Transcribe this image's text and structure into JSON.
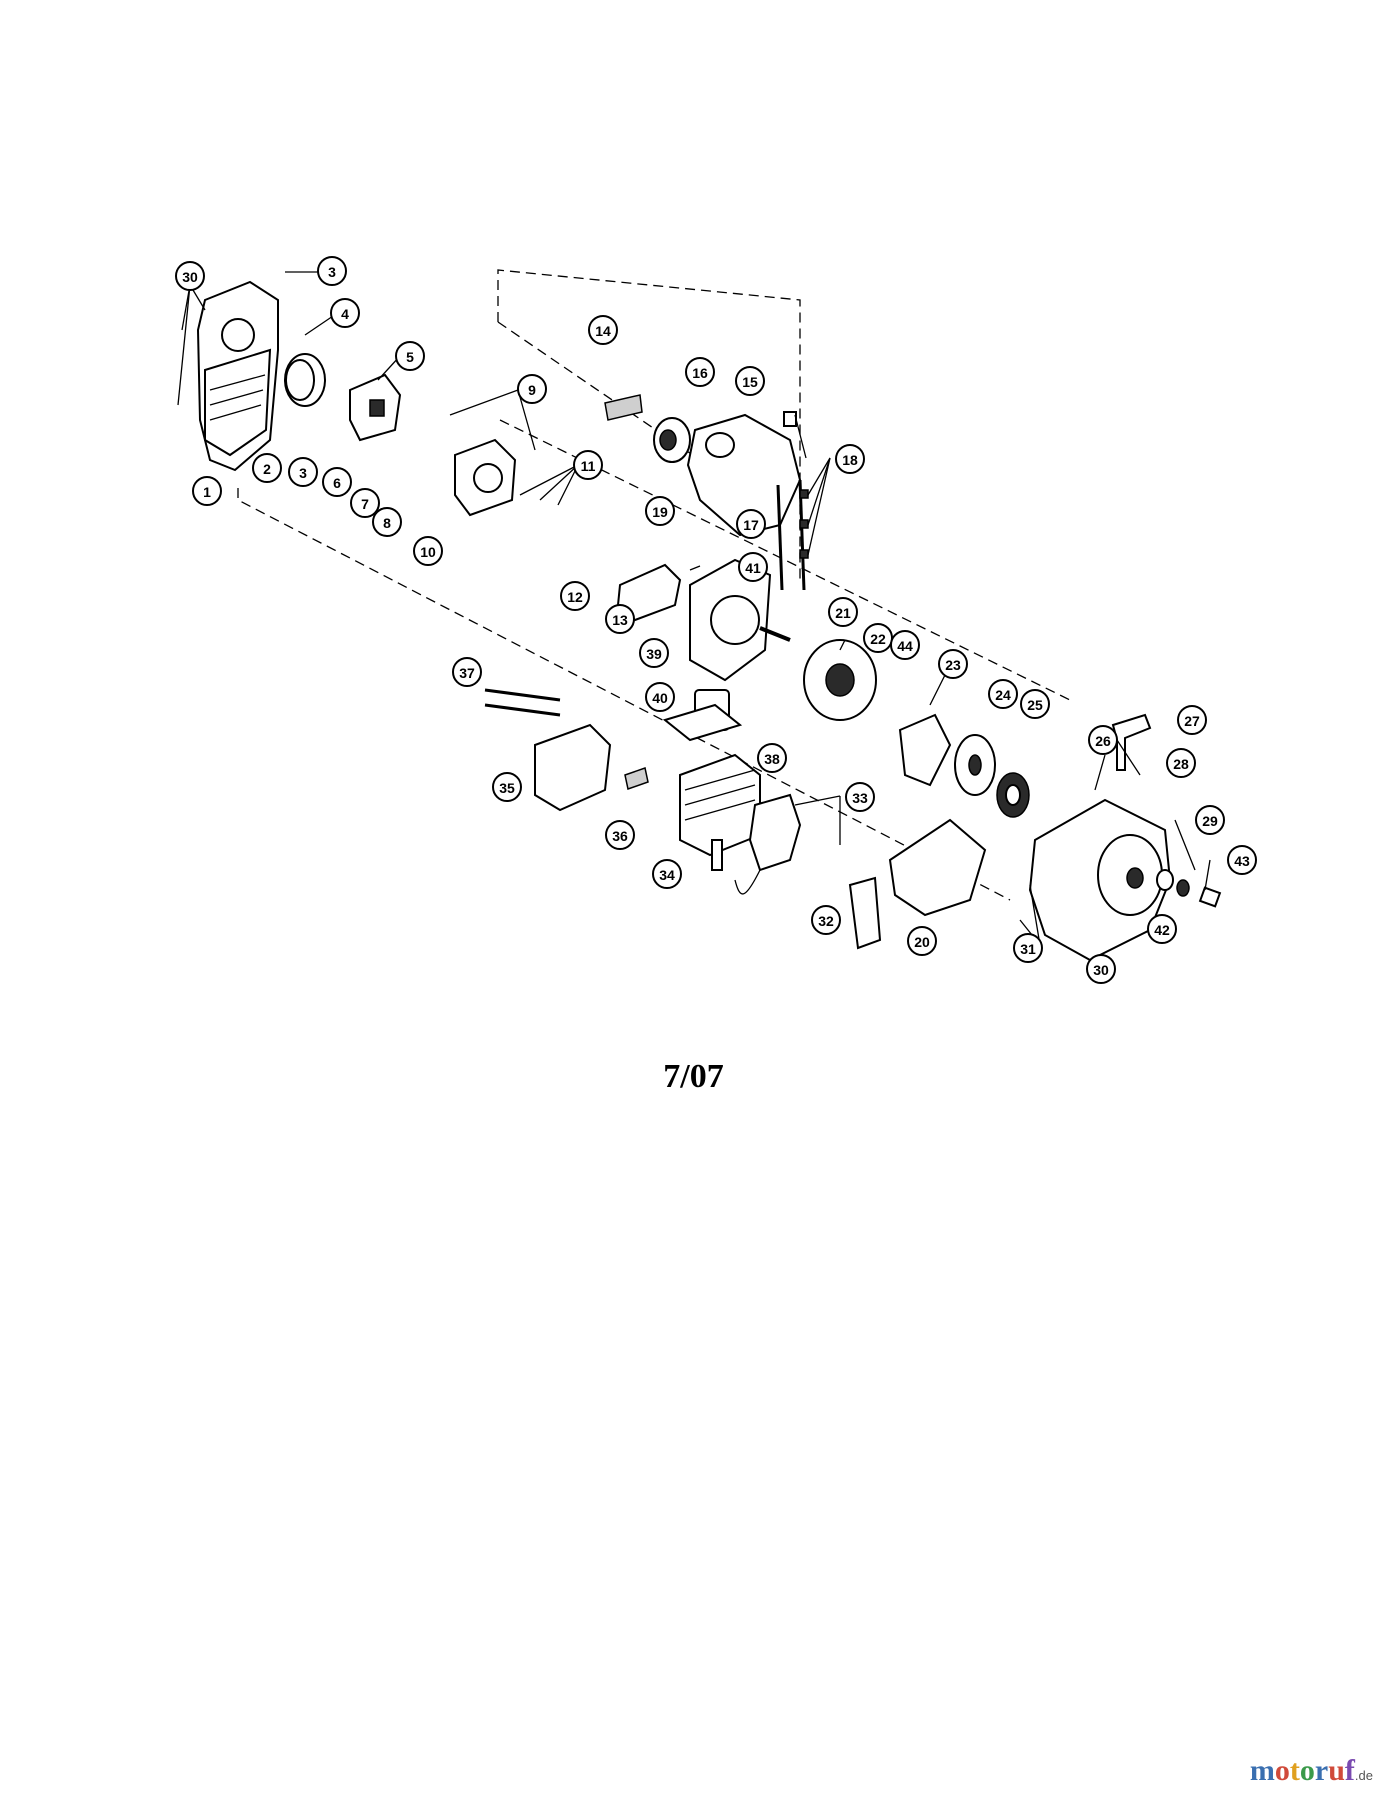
{
  "diagram": {
    "caption": "7/07",
    "callouts": [
      {
        "id": "30a",
        "label": "30"
      },
      {
        "id": "3a",
        "label": "3"
      },
      {
        "id": "4",
        "label": "4"
      },
      {
        "id": "5",
        "label": "5"
      },
      {
        "id": "9",
        "label": "9"
      },
      {
        "id": "1",
        "label": "1"
      },
      {
        "id": "2",
        "label": "2"
      },
      {
        "id": "3b",
        "label": "3"
      },
      {
        "id": "6",
        "label": "6"
      },
      {
        "id": "7",
        "label": "7"
      },
      {
        "id": "8",
        "label": "8"
      },
      {
        "id": "10",
        "label": "10"
      },
      {
        "id": "11",
        "label": "11"
      },
      {
        "id": "14",
        "label": "14"
      },
      {
        "id": "16",
        "label": "16"
      },
      {
        "id": "15",
        "label": "15"
      },
      {
        "id": "18",
        "label": "18"
      },
      {
        "id": "17",
        "label": "17"
      },
      {
        "id": "19",
        "label": "19"
      },
      {
        "id": "41",
        "label": "41"
      },
      {
        "id": "12",
        "label": "12"
      },
      {
        "id": "13",
        "label": "13"
      },
      {
        "id": "21",
        "label": "21"
      },
      {
        "id": "22",
        "label": "22"
      },
      {
        "id": "44",
        "label": "44"
      },
      {
        "id": "23",
        "label": "23"
      },
      {
        "id": "24",
        "label": "24"
      },
      {
        "id": "25",
        "label": "25"
      },
      {
        "id": "39",
        "label": "39"
      },
      {
        "id": "40",
        "label": "40"
      },
      {
        "id": "37",
        "label": "37"
      },
      {
        "id": "35",
        "label": "35"
      },
      {
        "id": "36",
        "label": "36"
      },
      {
        "id": "38",
        "label": "38"
      },
      {
        "id": "33",
        "label": "33"
      },
      {
        "id": "34",
        "label": "34"
      },
      {
        "id": "32",
        "label": "32"
      },
      {
        "id": "20",
        "label": "20"
      },
      {
        "id": "27",
        "label": "27"
      },
      {
        "id": "26",
        "label": "26"
      },
      {
        "id": "28",
        "label": "28"
      },
      {
        "id": "29",
        "label": "29"
      },
      {
        "id": "43",
        "label": "43"
      },
      {
        "id": "42",
        "label": "42"
      },
      {
        "id": "31",
        "label": "31"
      },
      {
        "id": "30b",
        "label": "30"
      }
    ]
  },
  "logo": {
    "text": "motoruf",
    "suffix": ".de",
    "colors": [
      "#3a6fb0",
      "#d04a3a",
      "#e0a020",
      "#3a9a4a",
      "#3a6fb0",
      "#d04a3a",
      "#7a4ab0"
    ]
  }
}
